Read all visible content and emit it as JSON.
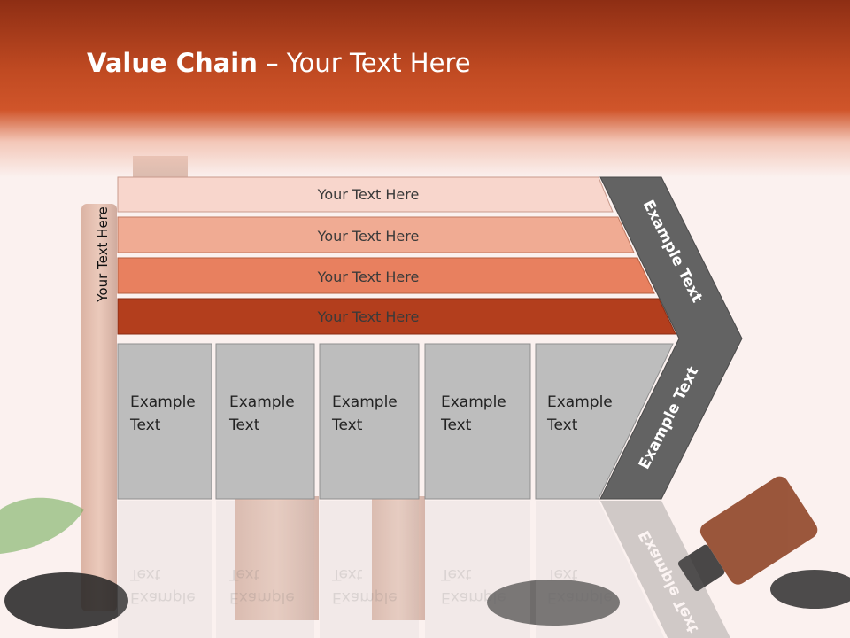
{
  "slide": {
    "title_bold": "Value Chain",
    "title_rest": " – Your Text Here",
    "side_label": "Your Text Here"
  },
  "bars": [
    {
      "label": "Your Text Here",
      "color": "#f8d6cc"
    },
    {
      "label": "Your Text Here",
      "color": "#f0ab93"
    },
    {
      "label": "Your Text Here",
      "color": "#e8805f"
    },
    {
      "label": "Your Text Here",
      "color": "#b33e1d"
    }
  ],
  "boxes": [
    {
      "line1": "Example",
      "line2": "Text"
    },
    {
      "line1": "Example",
      "line2": "Text"
    },
    {
      "line1": "Example",
      "line2": "Text"
    },
    {
      "line1": "Example",
      "line2": "Text"
    },
    {
      "line1": "Example",
      "line2": "Text"
    }
  ],
  "chevron": {
    "upper_label": "Example Text",
    "lower_label": "Example Text",
    "color": "#636363"
  },
  "colors": {
    "header": "#c04a22",
    "box_fill": "#bdbdbd"
  }
}
